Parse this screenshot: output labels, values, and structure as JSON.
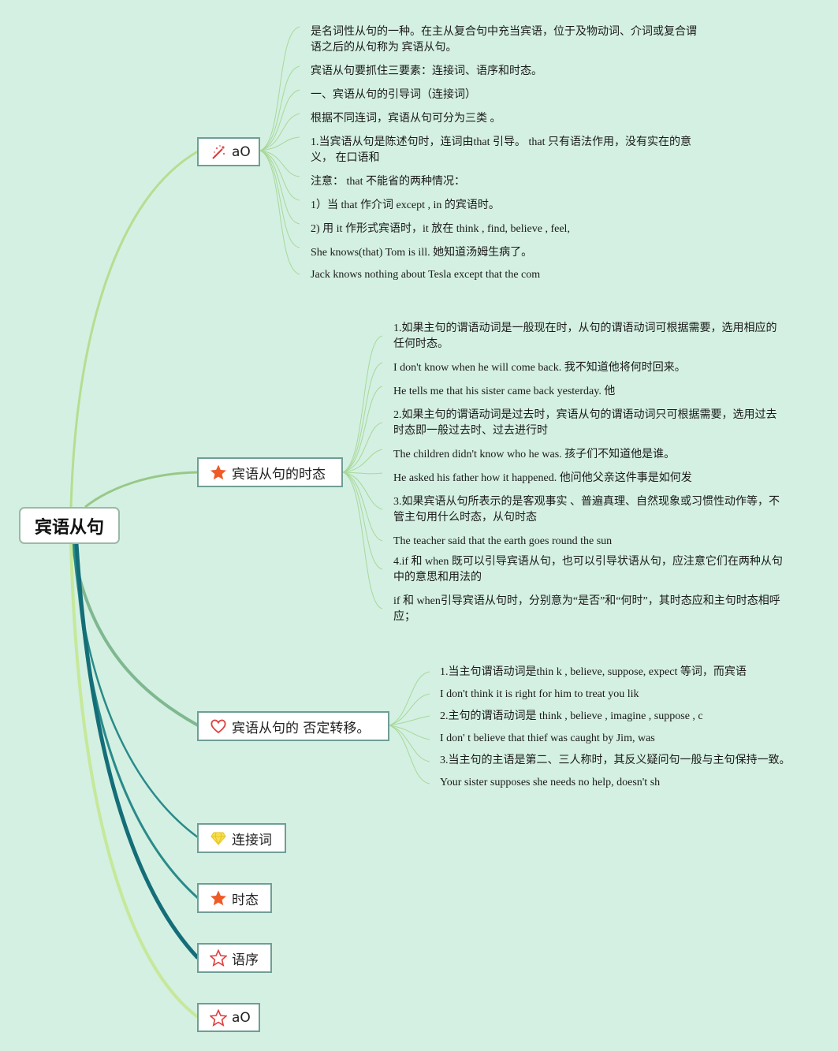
{
  "root": {
    "label": "宾语从句"
  },
  "branches": [
    {
      "label": "aO",
      "icon": "magic-wand-icon",
      "items": [
        "是名词性从句的一种。在主从复合句中充当宾语，位于及物动词、介词或复合谓语之后的从句称为 宾语从句。",
        "宾语从句要抓住三要素：连接词、语序和时态。",
        "一、宾语从句的引导词（连接词）",
        "根据不同连词，宾语从句可分为三类 。",
        "1.当宾语从句是陈述句时，连词由that 引导。 that 只有语法作用，没有实在的意义， 在口语和",
        "注意： that 不能省的两种情况：",
        "1）当 that 作介词 except , in 的宾语时。",
        "2) 用 it 作形式宾语时，it 放在 think , find, believe , feel,",
        "She knows(that) Tom is ill. 她知道汤姆生病了。",
        "Jack knows nothing about Tesla except that the com"
      ]
    },
    {
      "label": "宾语从句的时态",
      "icon": "orange-star-icon",
      "items": [
        "1.如果主句的谓语动词是一般现在时，从句的谓语动词可根据需要，选用相应的任何时态。",
        "I don't know when he will come back. 我不知道他将何时回来。",
        "He tells me that his sister came back yesterday. 他",
        "2.如果主句的谓语动词是过去时，宾语从句的谓语动词只可根据需要，选用过去时态即一般过去时、过去进行时",
        "The children didn't know who he was. 孩子们不知道他是谁。",
        "He asked his father how it happened. 他问他父亲这件事是如何发",
        "3.如果宾语从句所表示的是客观事实 、普遍真理、自然现象或习惯性动作等，不管主句用什么时态，从句时态",
        "The teacher said that the earth goes round the sun",
        "4.if 和 when 既可以引导宾语从句，也可以引导状语从句，应注意它们在两种从句中的意思和用法的",
        "if 和 when引导宾语从句时，分别意为“是否”和“何时”，其时态应和主句时态相呼应；"
      ]
    },
    {
      "label": "宾语从句的 否定转移。",
      "icon": "heart-icon",
      "items": [
        "1.当主句谓语动词是thin k , believe, suppose, expect 等词，而宾语",
        "I don't think it is right for him to treat you lik",
        "2.主句的谓语动词是 think , believe , imagine , suppose , c",
        "I don' t believe that thief was caught by Jim, was",
        "3.当主句的主语是第二、三人称时，其反义疑问句一般与主句保持一致。",
        "Your sister supposes she needs no help, doesn't sh"
      ]
    },
    {
      "label": "连接词",
      "icon": "diamond-icon",
      "items": []
    },
    {
      "label": "时态",
      "icon": "orange-star-icon",
      "items": []
    },
    {
      "label": "语序",
      "icon": "star-outline-icon",
      "items": []
    },
    {
      "label": "aO",
      "icon": "star-outline-icon",
      "items": []
    }
  ],
  "colors": {
    "background": "#d4f0e2",
    "branch_link_light": "#b5de90",
    "branch_link_mid": "#7fb890",
    "branch_link_teal": "#2a8a8a",
    "branch_link_dark": "#146e78",
    "leaf_link": "#a8d89a"
  }
}
